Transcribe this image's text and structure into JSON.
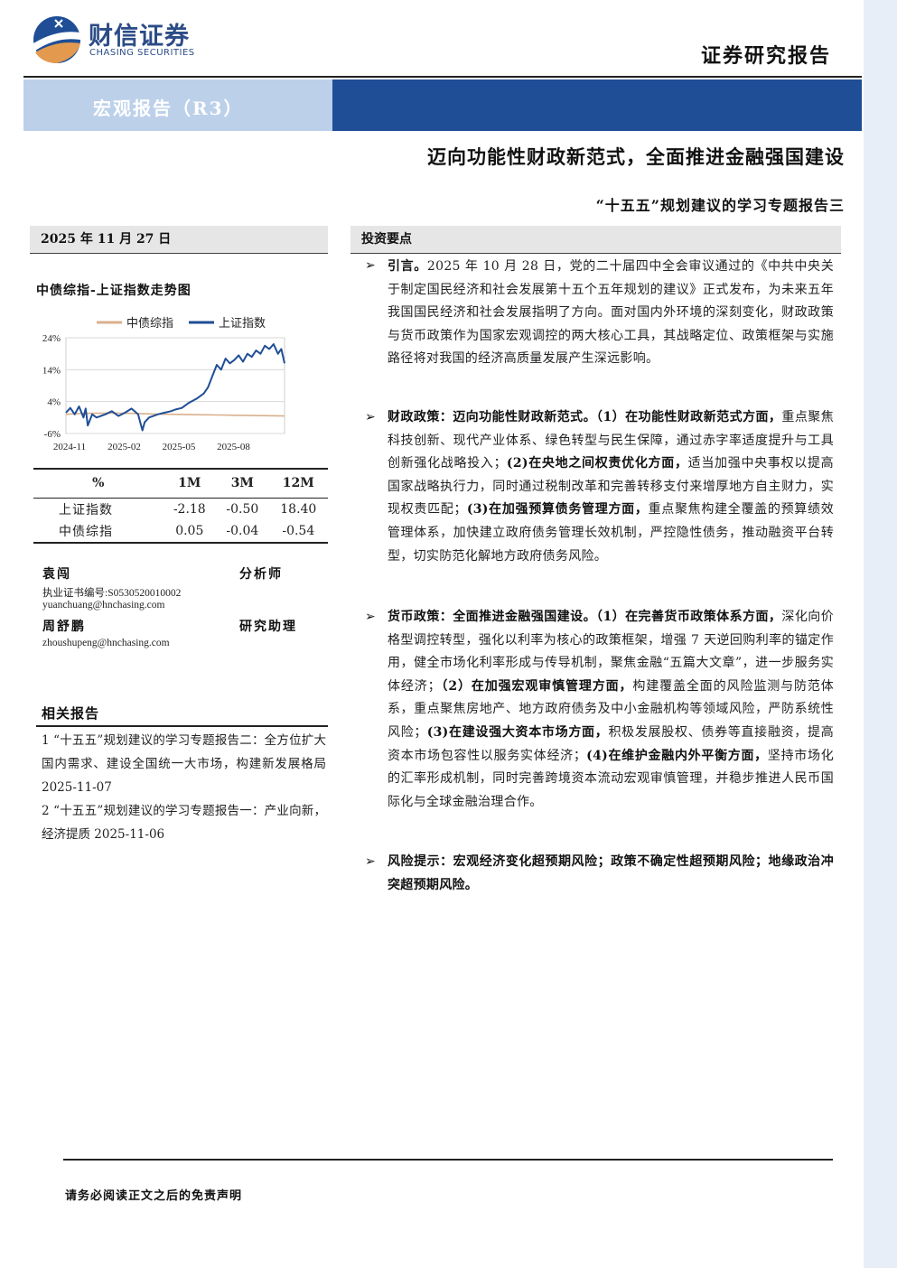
{
  "brand": {
    "name_cn": "财信证券",
    "name_en": "CHASING SECURITIES",
    "colors": {
      "navy": "#1f4e96",
      "light_blue": "#bcd0ea",
      "orange": "#e39a4f"
    }
  },
  "header": {
    "report_type": "证券研究报告",
    "category": "宏观报告（R3）"
  },
  "title": {
    "main": "迈向功能性财政新范式，全面推进金融强国建设",
    "sub": "“十五五”规划建议的学习专题报告三"
  },
  "sidebar": {
    "date": "2025 年 11 月 27 日",
    "chart_title": "中债综指-上证指数走势图"
  },
  "chart_data": {
    "type": "line",
    "series": [
      {
        "name": "中债综指",
        "color": "#d9b08c",
        "points": [
          [
            0,
            0.0
          ],
          [
            0.04,
            0.2
          ],
          [
            0.1,
            0.3
          ],
          [
            0.2,
            0.4
          ],
          [
            0.3,
            0.3
          ],
          [
            0.4,
            0.1
          ],
          [
            0.5,
            0.0
          ],
          [
            0.6,
            -0.1
          ],
          [
            0.7,
            -0.2
          ],
          [
            0.8,
            -0.3
          ],
          [
            0.9,
            -0.4
          ],
          [
            1.0,
            -0.5
          ]
        ]
      },
      {
        "name": "上证指数",
        "color": "#1f4e96",
        "points": [
          [
            0,
            0.5
          ],
          [
            0.02,
            2.0
          ],
          [
            0.04,
            0.0
          ],
          [
            0.06,
            2.5
          ],
          [
            0.08,
            -1.0
          ],
          [
            0.09,
            1.8
          ],
          [
            0.1,
            -3.5
          ],
          [
            0.12,
            0.0
          ],
          [
            0.14,
            -1.0
          ],
          [
            0.18,
            0.0
          ],
          [
            0.21,
            1.0
          ],
          [
            0.24,
            -0.5
          ],
          [
            0.27,
            0.5
          ],
          [
            0.3,
            1.8
          ],
          [
            0.33,
            0.0
          ],
          [
            0.345,
            -3.8
          ],
          [
            0.35,
            -5.0
          ],
          [
            0.36,
            -2.5
          ],
          [
            0.38,
            -1.0
          ],
          [
            0.42,
            0.0
          ],
          [
            0.45,
            0.5
          ],
          [
            0.48,
            1.0
          ],
          [
            0.5,
            1.5
          ],
          [
            0.53,
            2.0
          ],
          [
            0.56,
            3.5
          ],
          [
            0.6,
            5.0
          ],
          [
            0.63,
            6.5
          ],
          [
            0.65,
            8.5
          ],
          [
            0.67,
            12.0
          ],
          [
            0.69,
            15.5
          ],
          [
            0.71,
            14.0
          ],
          [
            0.73,
            17.5
          ],
          [
            0.75,
            16.0
          ],
          [
            0.77,
            17.0
          ],
          [
            0.79,
            18.5
          ],
          [
            0.81,
            16.5
          ],
          [
            0.83,
            19.0
          ],
          [
            0.85,
            18.0
          ],
          [
            0.87,
            20.0
          ],
          [
            0.89,
            19.0
          ],
          [
            0.91,
            21.5
          ],
          [
            0.93,
            20.5
          ],
          [
            0.95,
            22.0
          ],
          [
            0.97,
            19.0
          ],
          [
            0.985,
            20.5
          ],
          [
            1.0,
            16.0
          ]
        ]
      }
    ],
    "x_ticks": [
      "2024-11",
      "2025-02",
      "2025-05",
      "2025-08"
    ],
    "y_ticks": [
      "24%",
      "14%",
      "4%",
      "-6%"
    ],
    "y_values": [
      24,
      14,
      4,
      -6
    ],
    "ylim": [
      -6,
      24
    ]
  },
  "performance_table": {
    "headers": [
      "%",
      "1M",
      "3M",
      "12M"
    ],
    "rows": [
      {
        "name": "上证指数",
        "m1": "-2.18",
        "m3": "-0.50",
        "m12": "18.40"
      },
      {
        "name": "中债综指",
        "m1": "0.05",
        "m3": "-0.04",
        "m12": "-0.54"
      }
    ]
  },
  "analysts": [
    {
      "name": "袁闯",
      "role": "分析师",
      "cert": "执业证书编号:S0530520010002",
      "email": "yuanchuang@hnchasing.com"
    },
    {
      "name": "周舒鹏",
      "role": "研究助理",
      "email": "zhoushupeng@hnchasing.com"
    }
  ],
  "related": {
    "title": "相关报告",
    "items": [
      "1 “十五五”规划建议的学习专题报告二：全方位扩大国内需求、建设全国统一大市场，构建新发展格局 2025-11-07",
      "2 “十五五”规划建议的学习专题报告一：产业向新，经济提质 2025-11-06"
    ]
  },
  "points": {
    "title": "投资要点",
    "bullet_glyph": "➢",
    "p1": {
      "label": "引言。",
      "text": "2025 年 10 月 28 日，党的二十届四中全会审议通过的《中共中央关于制定国民经济和社会发展第十五个五年规划的建议》正式发布，为未来五年我国国民经济和社会发展指明了方向。面对国内外环境的深刻变化，财政政策与货币政策作为国家宏观调控的两大核心工具，其战略定位、政策框架与实施路径将对我国的经济高质量发展产生深远影响。"
    },
    "p2": {
      "label": "财政政策：迈向功能性财政新范式。",
      "h1": "（1）在功能性财政新范式方面，",
      "t1": "重点聚焦科技创新、现代产业体系、绿色转型与民生保障，通过赤字率适度提升与工具创新强化战略投入；",
      "h2": "(2)在央地之间权责优化方面，",
      "t2": "适当加强中央事权以提高国家战略执行力，同时通过税制改革和完善转移支付来增厚地方自主财力，实现权责匹配；",
      "h3": "(3)在加强预算债务管理方面，",
      "t3": "重点聚焦构建全覆盖的预算绩效管理体系，加快建立政府债务管理长效机制，严控隐性债务，推动融资平台转型，切实防范化解地方政府债务风险。"
    },
    "p3": {
      "label": "货币政策：全面推进金融强国建设。",
      "h1": "（1）在完善货币政策体系方面，",
      "t1": "深化向价格型调控转型，强化以利率为核心的政策框架，增强 7 天逆回购利率的锚定作用，健全市场化利率形成与传导机制，聚焦金融“五篇大文章”，进一步服务实体经济；",
      "h2": "（2）在加强宏观审慎管理方面，",
      "t2": "构建覆盖全面的风险监测与防范体系，重点聚焦房地产、地方政府债务及中小金融机构等领域风险，严防系统性风险；",
      "h3": "(3)在建设强大资本市场方面，",
      "t3": "积极发展股权、债券等直接融资，提高资本市场包容性以服务实体经济；",
      "h4": "(4)在维护金融内外平衡方面，",
      "t4": "坚持市场化的汇率形成机制，同时完善跨境资本流动宏观审慎管理，并稳步推进人民币国际化与全球金融治理合作。"
    },
    "p4": {
      "label": "风险提示：宏观经济变化超预期风险；政策不确定性超预期风险；地缘政治冲突超预期风险。"
    }
  },
  "footer": {
    "disclaimer": "请务必阅读正文之后的免责声明"
  }
}
